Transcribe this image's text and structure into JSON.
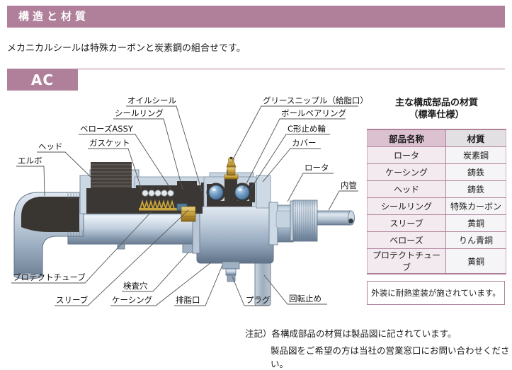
{
  "page": {
    "header_title": "構造と材質",
    "intro": "メカニカルシールは特殊カーボンと炭素鋼の組合せです。",
    "model_label": "AC"
  },
  "diagram": {
    "labels": {
      "oil_seal": "オイルシール",
      "seal_ring": "シールリング",
      "bellows_assy": "ベローズASSY",
      "gasket": "ガスケット",
      "head": "ヘッド",
      "elbow": "エルボ",
      "grease_nipple": "グリースニップル（給脂口）",
      "ball_bearing": "ボールベアリング",
      "c_ring": "C形止め輪",
      "cover": "カバー",
      "rotor": "ロータ",
      "inner_pipe": "内管",
      "protect_tube": "プロテクトチューブ",
      "inspection_hole": "検査穴",
      "sleeve": "スリーブ",
      "casing": "ケーシング",
      "drain_port": "排脂口",
      "plug": "プラグ",
      "rotation_stop": "回転止め"
    }
  },
  "materials_table": {
    "title_line1": "主な構成部品の材質",
    "title_line2": "（標準仕様）",
    "headers": {
      "part": "部品名称",
      "material": "材質"
    },
    "rows": [
      {
        "part": "ロータ",
        "material": "炭素鋼"
      },
      {
        "part": "ケーシング",
        "material": "鋳鉄"
      },
      {
        "part": "ヘッド",
        "material": "鋳鉄"
      },
      {
        "part": "シールリング",
        "material": "特殊カーボン"
      },
      {
        "part": "スリーブ",
        "material": "黄銅"
      },
      {
        "part": "ベローズ",
        "material": "りん青銅"
      },
      {
        "part": "プロテクトチューブ",
        "material": "黄銅"
      }
    ]
  },
  "coating_note": "外装に耐熱塗装が施されています。",
  "footnote": {
    "line1": "注記）各構成部品の材質は製品図に記されています。",
    "line2": "製品図をご希望の方は当社の営業窓口にお問い合わせください。"
  },
  "colors": {
    "accent": "#b0809b",
    "leader_line": "#555555",
    "dark_section": "#3b3734",
    "brass": "#c9a43c",
    "bearing_ball": "#4a7ba6"
  }
}
